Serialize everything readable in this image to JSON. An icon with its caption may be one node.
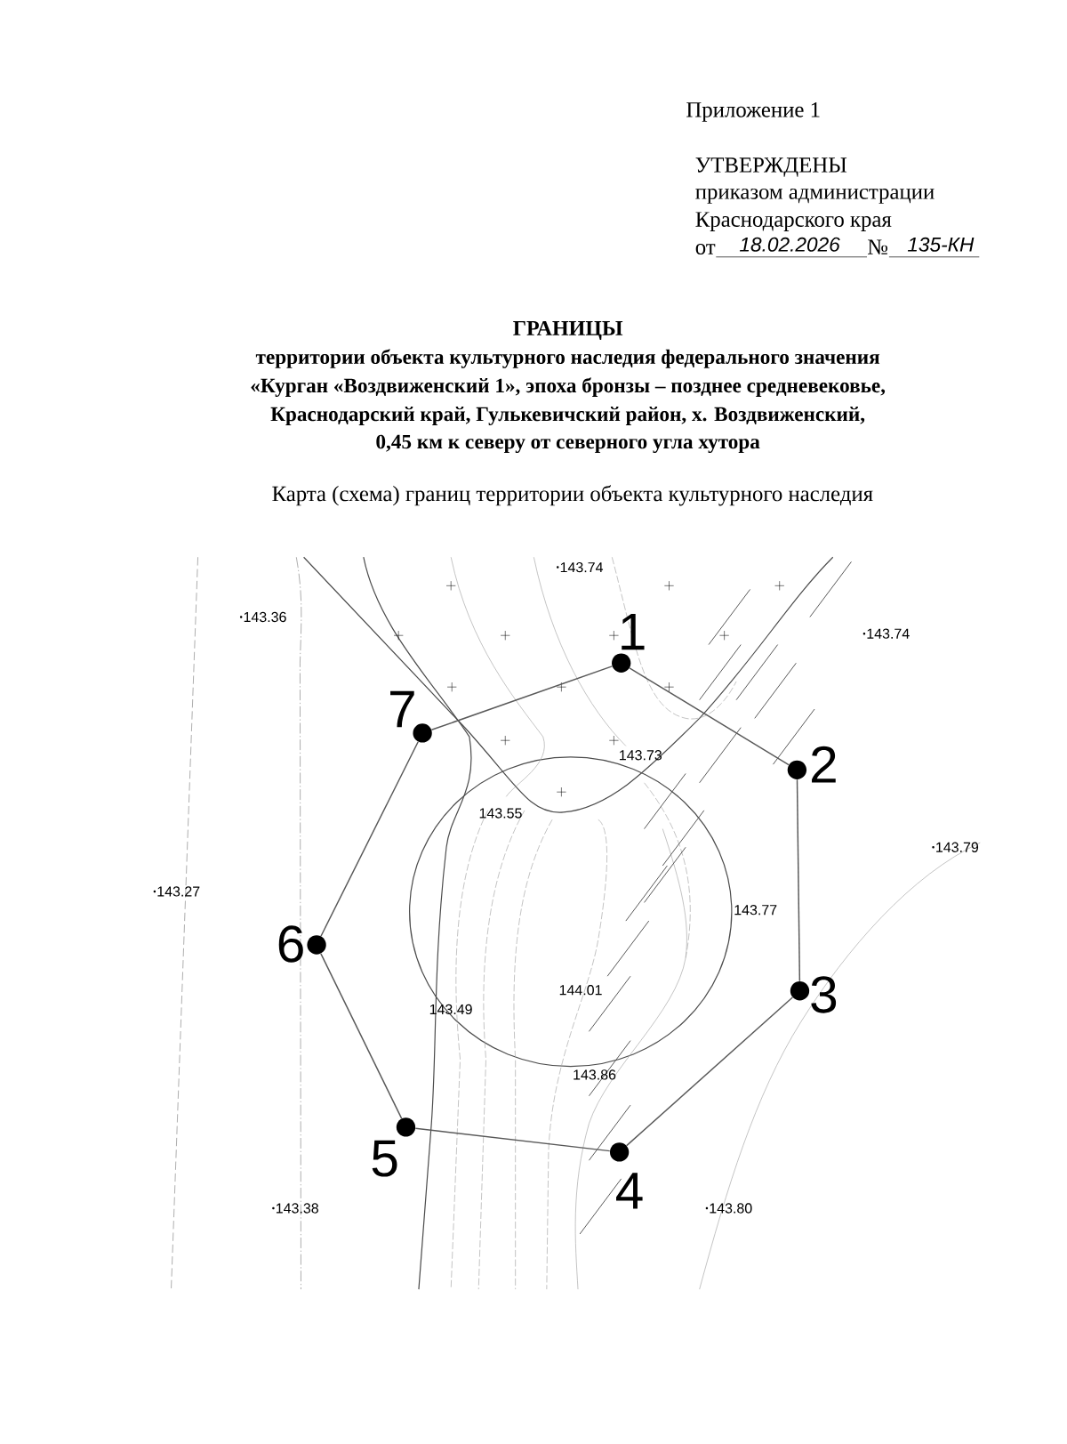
{
  "diagram": {
    "title": "ГРАНИЦЫ",
    "nodes": [
      {
        "text": [],
        "shape": "circle",
        "beside": [
          "1"
        ]
      },
      {
        "text": [],
        "shape": "circle",
        "beside": [
          "2"
        ]
      },
      {
        "text": [],
        "shape": "circle",
        "beside": [
          "3"
        ]
      },
      {
        "text": [],
        "shape": "circle",
        "beside": [
          "4"
        ]
      },
      {
        "text": [],
        "shape": "circle",
        "beside": [
          "5"
        ]
      },
      {
        "text": [],
        "shape": "circle",
        "beside": [
          "6"
        ]
      },
      {
        "text": [],
        "shape": "circle",
        "beside": [
          "7"
        ]
      }
    ],
    "edges": [
      {
        "from": 0,
        "to": 1,
        "arrow": "none"
      },
      {
        "from": 1,
        "to": 2,
        "arrow": "none"
      },
      {
        "from": 2,
        "to": 3,
        "arrow": "none"
      },
      {
        "from": 3,
        "to": 4,
        "arrow": "none"
      },
      {
        "from": 4,
        "to": 5,
        "arrow": "none"
      },
      {
        "from": 5,
        "to": 6,
        "arrow": "none"
      },
      {
        "from": 6,
        "to": 0,
        "arrow": "none"
      }
    ],
    "labels": [
      "Приложение 1",
      "УТВЕРЖДЕНЫ",
      "приказом администрации",
      "Краснодарского края",
      "от",
      "18.02.2026",
      "№",
      "135-КН",
      "территории объекта культурного наследия федерального значения",
      "«Курган «Воздвиженский 1», эпоха бронзы – позднее средневековье,",
      "Краснодарский край, Гулькевичский район, х. Воздвиженский,",
      "0,45 км к северу от северного угла хутора",
      "Карта (схема) границ территории объекта культурного наследия",
      "143.74",
      "143.36",
      "143.74",
      "143.73",
      "143.55",
      "143.79",
      "143.27",
      "143.77",
      "144.01",
      "143.49",
      "143.86",
      "143.38",
      "143.80"
    ]
  }
}
